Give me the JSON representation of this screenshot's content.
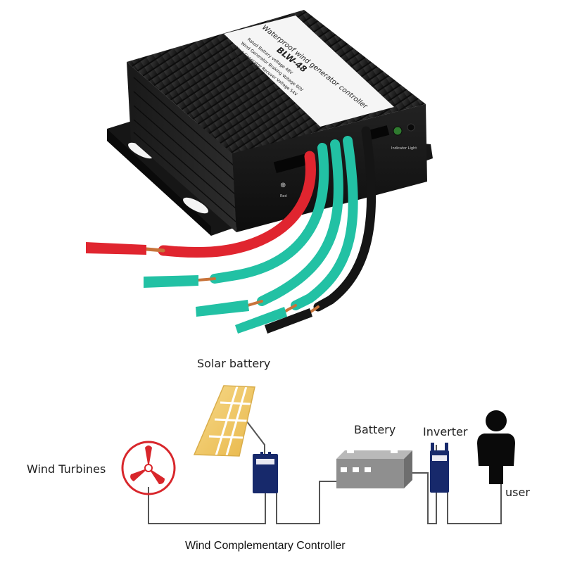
{
  "product": {
    "label_lines": [
      "Waterproof wind generator controller",
      "BLW-48",
      "Rated Battery voltage        48V",
      "Wind Generator Braking Voltage   60V",
      "Wind Generator Recover Voltage   54V",
      "Protection class            IP67"
    ],
    "indicator_label": "Indicator Light",
    "terminal_label": "Red"
  },
  "diagram": {
    "solar_label": "Solar battery",
    "battery_label": "Battery",
    "inverter_label": "Inverter",
    "wind_label": "Wind Turbines",
    "user_label": "user",
    "controller_label": "Wind Complementary Controller"
  },
  "colors": {
    "housing": "#1b1b1b",
    "red_wire": "#e0252f",
    "green_wire": "#22c1a4",
    "black_wire": "#151515",
    "copper": "#c8733a",
    "solar_panel": "#f2cc6a",
    "turbine": "#d8262b",
    "controller_box": "#17296b",
    "battery_body": "#8f8f8f",
    "connector_line": "#555555"
  }
}
